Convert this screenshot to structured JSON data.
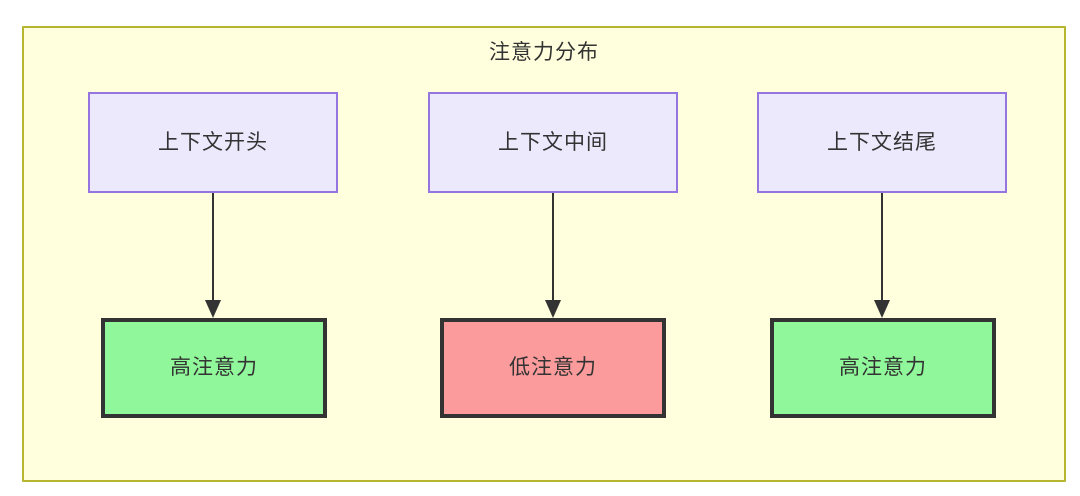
{
  "diagram": {
    "title": "注意力分布",
    "background_color": "#ffffdd",
    "border_color": "#b5b530",
    "colors": {
      "context_fill": "#ece9fd",
      "context_border": "#9575e0",
      "high_attention_fill": "#90f79a",
      "low_attention_fill": "#fb9b9c",
      "node_border": "#333333",
      "edge": "#333333",
      "text": "#333333"
    },
    "columns": [
      {
        "id": "start",
        "context_label": "上下文开头",
        "state_label": "高注意力",
        "state_kind": "high"
      },
      {
        "id": "middle",
        "context_label": "上下文中间",
        "state_label": "低注意力",
        "state_kind": "low"
      },
      {
        "id": "end",
        "context_label": "上下文结尾",
        "state_label": "高注意力",
        "state_kind": "high"
      }
    ],
    "edges": [
      {
        "from": "上下文开头",
        "to": "高注意力",
        "label": ""
      },
      {
        "from": "上下文中间",
        "to": "低注意力",
        "label": ""
      },
      {
        "from": "上下文结尾",
        "to": "高注意力",
        "label": ""
      }
    ]
  }
}
